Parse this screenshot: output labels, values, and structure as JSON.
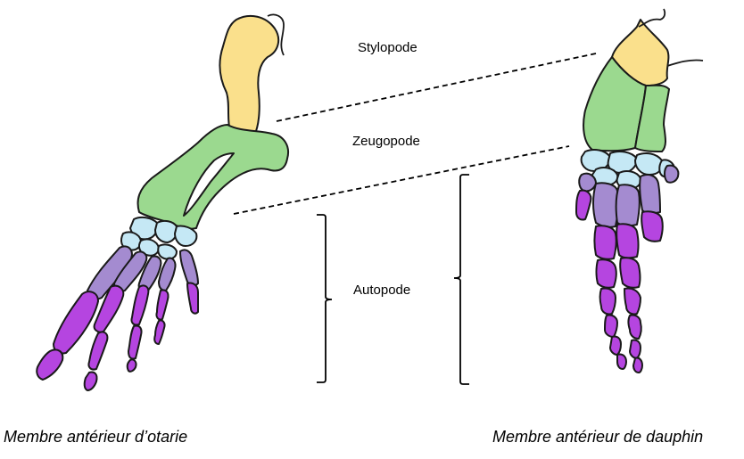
{
  "labels": {
    "stylopode": "Stylopode",
    "zeugopode": "Zeugopode",
    "autopode": "Autopode"
  },
  "captions": {
    "otarie": "Membre antérieur d’otarie",
    "dauphin": "Membre antérieur de dauphin"
  },
  "colors": {
    "stylopode": "#fae08c",
    "zeugopode": "#9bd98f",
    "carpals": "#c5e8f5",
    "metacarpals": "#a48bd0",
    "phalanges": "#b545e0",
    "outline": "#1a1a1a"
  }
}
